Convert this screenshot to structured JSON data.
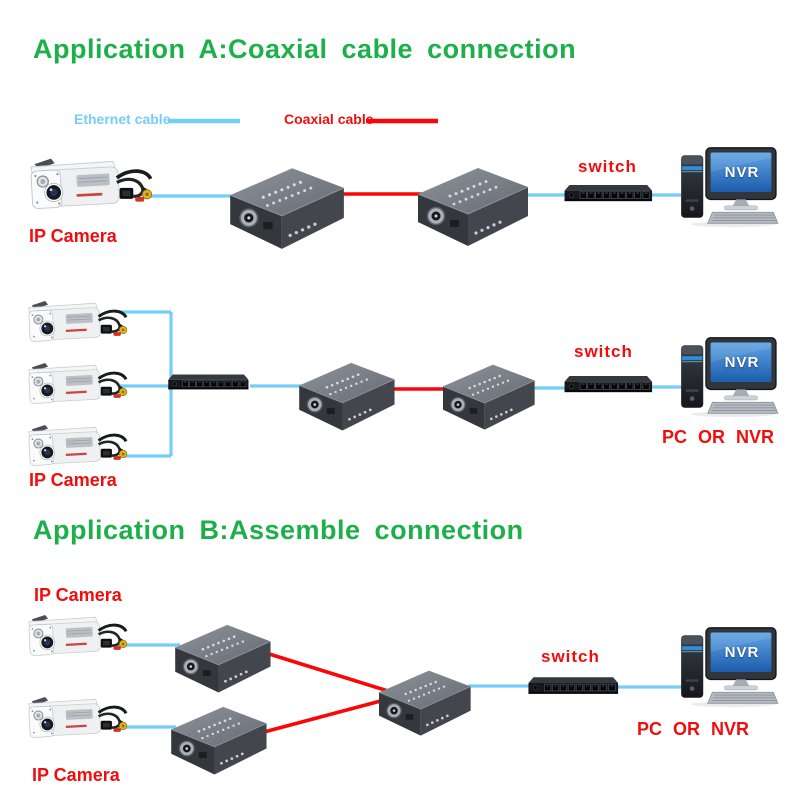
{
  "colors": {
    "title_green": "#1db04a",
    "label_red": "#f20d0d",
    "ethernet_blue": "#74cef5",
    "coax_red": "#fa0606"
  },
  "section_a": {
    "title": "Application A:Coaxial cable connection",
    "legend": {
      "ethernet_label": "Ethernet cable",
      "coax_label": "Coaxial cable"
    },
    "row1": {
      "ip_camera_label": "IP Camera",
      "switch_label": "switch",
      "nvr_screen_label": "NVR"
    },
    "row2": {
      "ip_camera_label": "IP Camera",
      "switch_label": "switch",
      "nvr_screen_label": "NVR",
      "pc_or_nvr_label": "PC OR NVR"
    }
  },
  "section_b": {
    "title": "Application B:Assemble connection",
    "ip_camera_label_top": "IP Camera",
    "ip_camera_label_bottom": "IP Camera",
    "switch_label": "switch",
    "nvr_screen_label": "NVR",
    "pc_or_nvr_label": "PC OR NVR"
  }
}
